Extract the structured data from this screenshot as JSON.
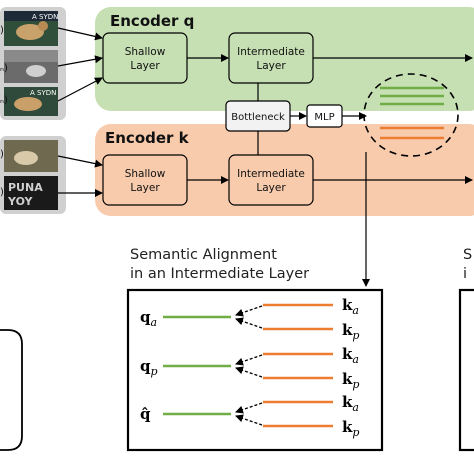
{
  "encoder_q": {
    "title": "Encoder q",
    "shallow": [
      "Shallow",
      "Layer"
    ],
    "intermediate": [
      "Intermediate",
      "Layer"
    ],
    "input_labels": [
      ")",
      "ₙ)",
      "ₙ)"
    ]
  },
  "encoder_k": {
    "title": "Encoder k",
    "shallow": [
      "Shallow",
      "Layer"
    ],
    "intermediate": [
      "Intermediate",
      "Layer"
    ],
    "input_labels": [
      ")",
      ")"
    ]
  },
  "bottleneck": "Bottleneck",
  "mlp": "MLP",
  "thumbnail_text": {
    "q1": "A SYDN",
    "q3": "A SYDN",
    "k2": "PUNA",
    "k2b": "YOY"
  },
  "alignment": {
    "caption_line1": "Semantic Alignment",
    "caption_line2": "in an Intermediate Layer",
    "rows": [
      {
        "q": "q",
        "q_sub": "a",
        "k1": "k",
        "k1_sub": "a",
        "k2": "k",
        "k2_sub": "p"
      },
      {
        "q": "q",
        "q_sub": "p",
        "k1": "k",
        "k1_sub": "a",
        "k2": "k",
        "k2_sub": "p"
      },
      {
        "q": "q̂",
        "q_sub": "",
        "k1": "k",
        "k1_sub": "a",
        "k2": "k",
        "k2_sub": "p"
      }
    ]
  },
  "right_caption": {
    "line1": "S",
    "line2": "i"
  },
  "colors": {
    "green_panel": "#c6e0b4",
    "orange_panel": "#f8cbad",
    "green_line": "#70ad47",
    "orange_line": "#ed7d31",
    "thumb_bg": "#d0d0d0"
  }
}
